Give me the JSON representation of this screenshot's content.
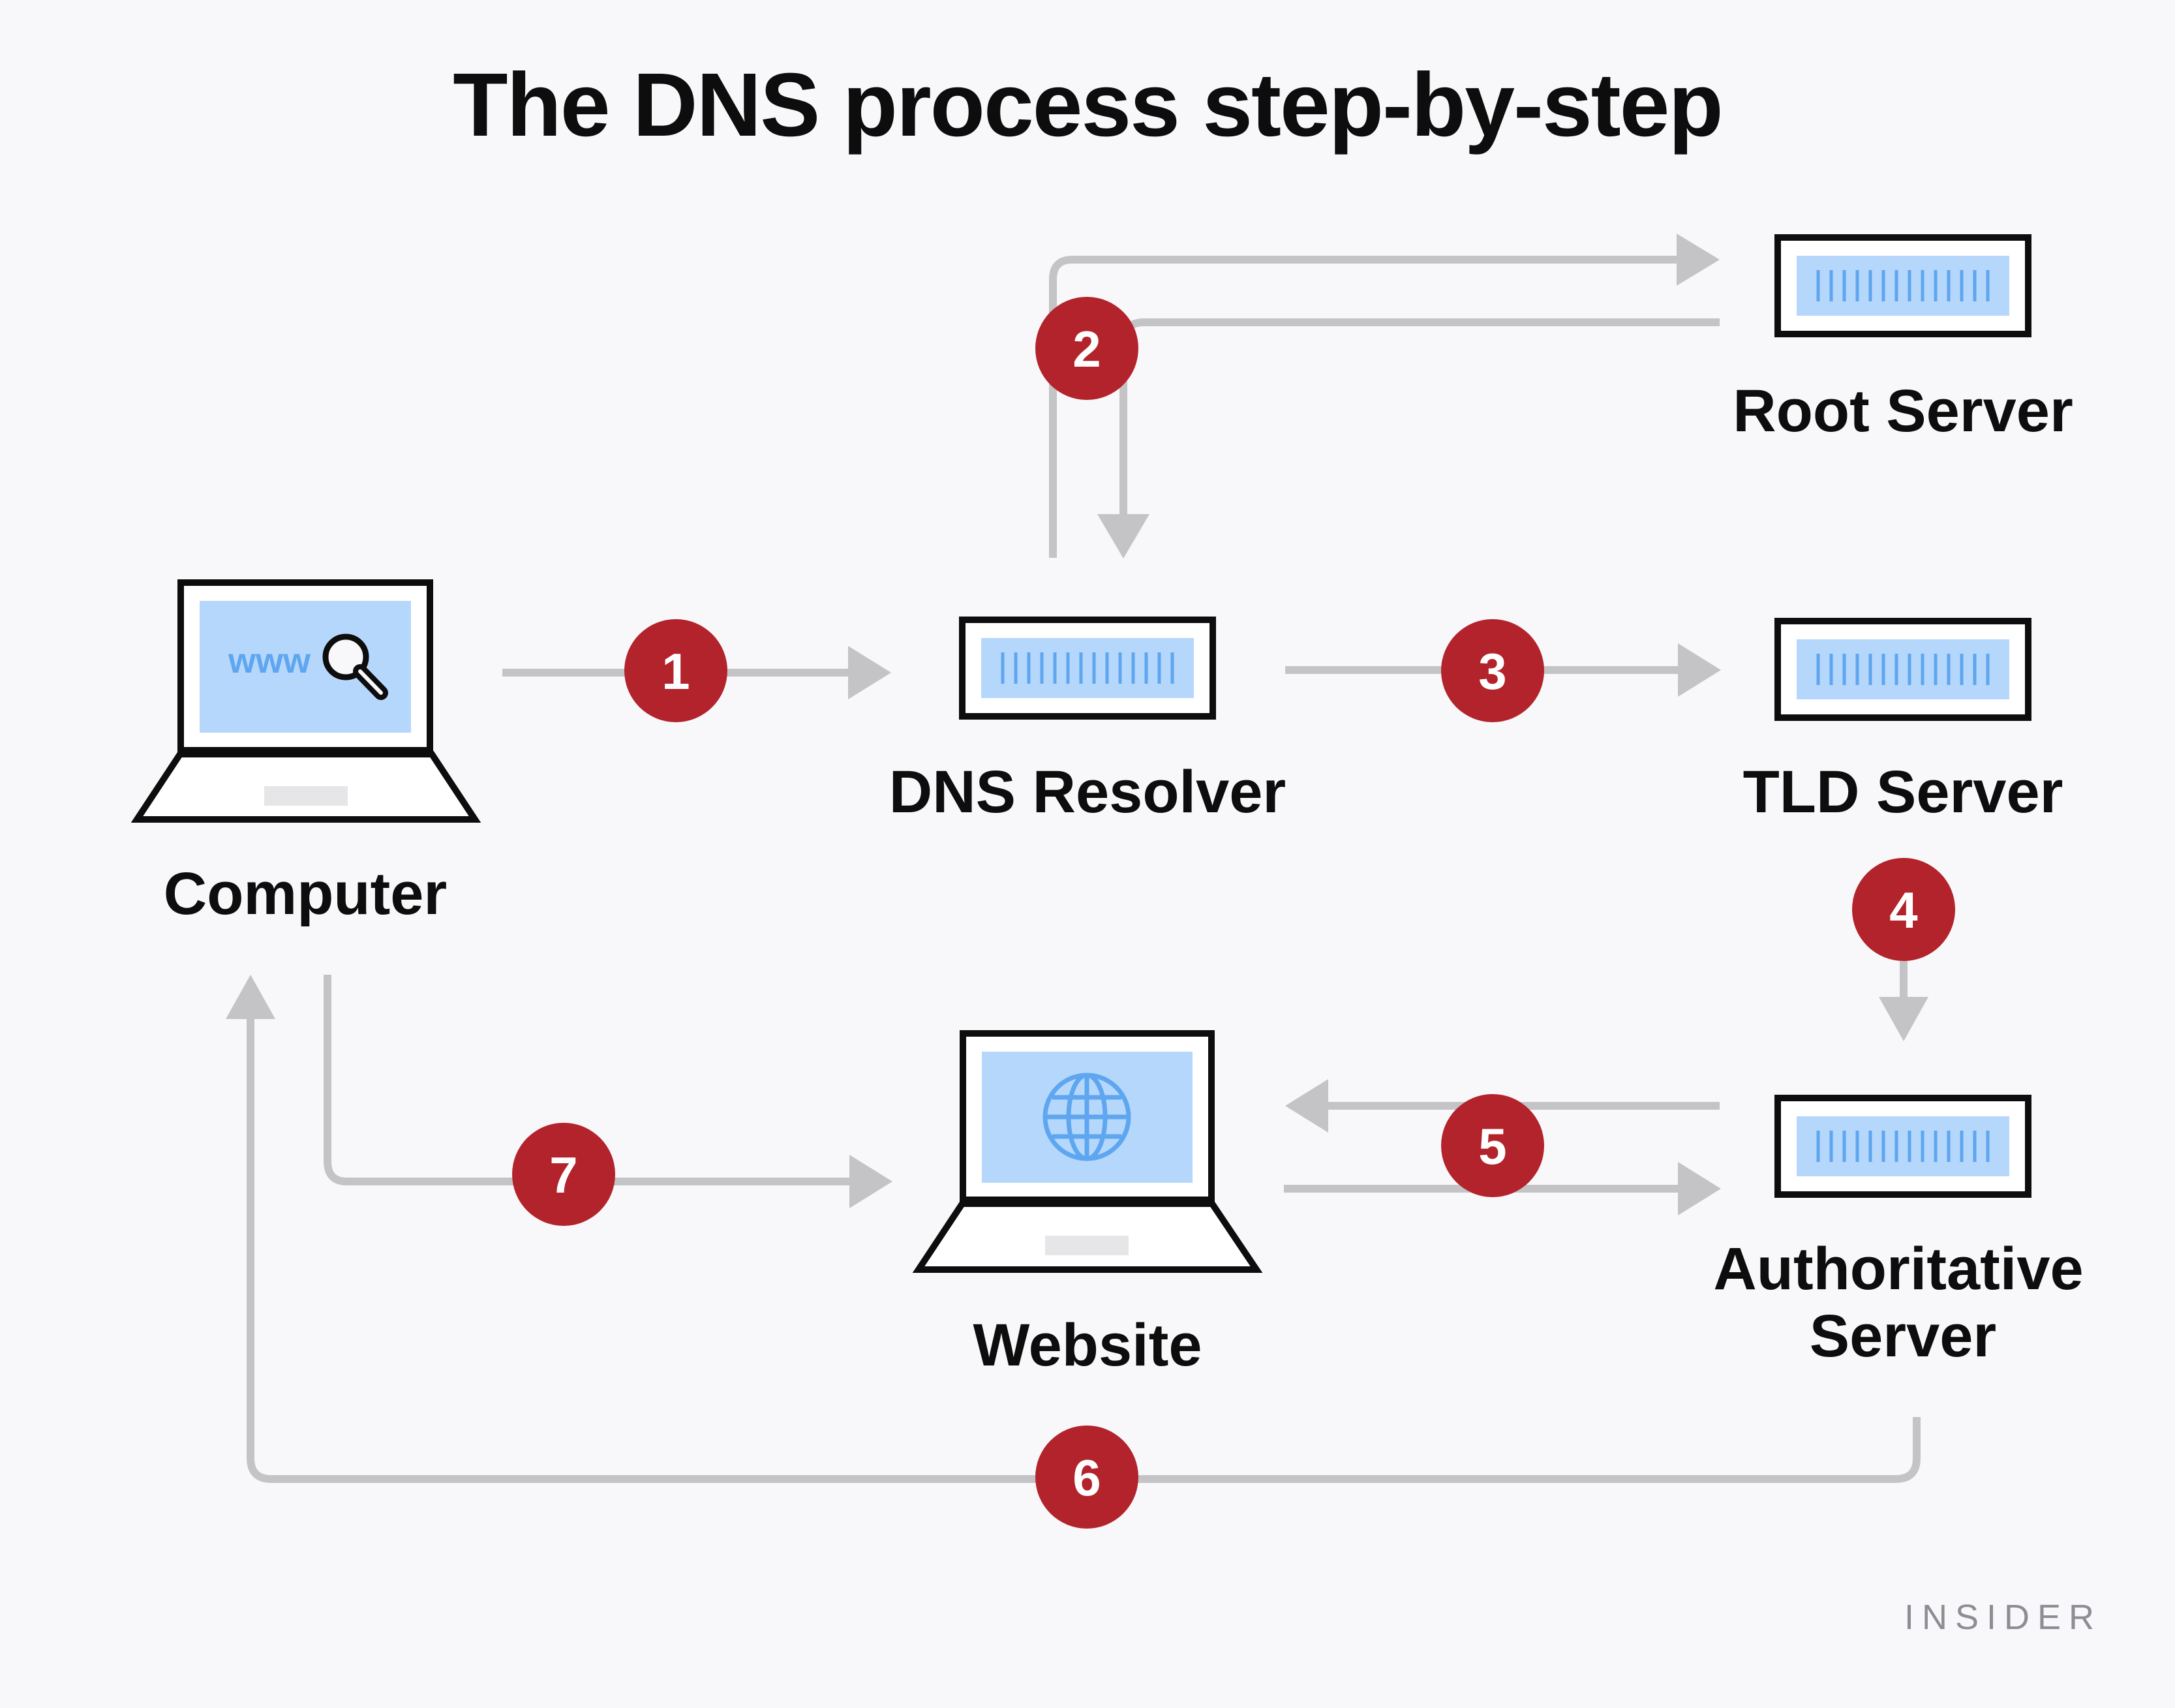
{
  "title": "The DNS process step-by-step",
  "nodes": {
    "computer": "Computer",
    "resolver": "DNS Resolver",
    "root": "Root Server",
    "tld": "TLD Server",
    "authoritative_line1": "Authoritative",
    "authoritative_line2": "Server",
    "website": "Website"
  },
  "steps": [
    "1",
    "2",
    "3",
    "4",
    "5",
    "6",
    "7"
  ],
  "screen_text": "www",
  "brand": "INSIDER",
  "colors": {
    "background": "#f8f7fa",
    "arrow": "#c4c4c6",
    "badge": "#b3232b",
    "screen": "#b6d7fc",
    "screen_mark": "#5ea6ef",
    "outline": "#0d0d0d"
  }
}
